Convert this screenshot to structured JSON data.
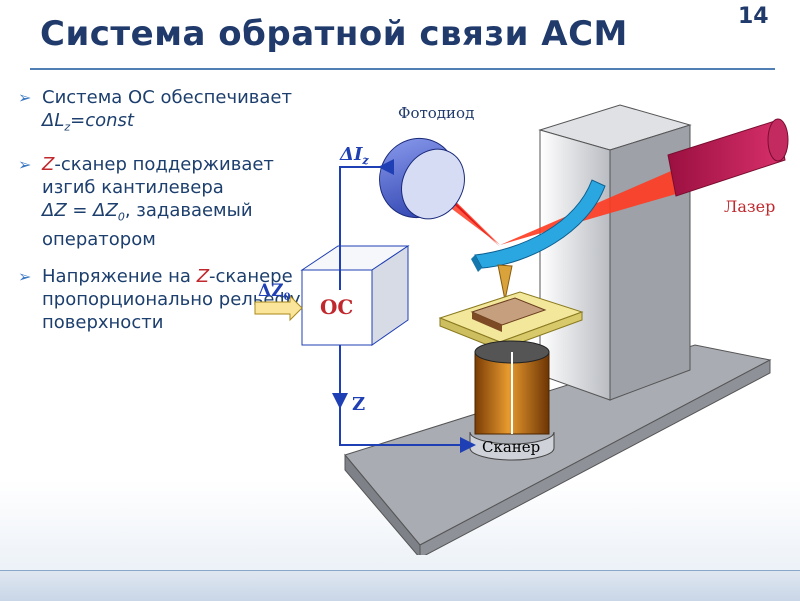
{
  "slide": {
    "title": "Система обратной связи АСМ",
    "number": "14"
  },
  "bullets": {
    "b1": {
      "text": "Система ОС обеспечивает",
      "formula_prefix": "ΔL",
      "formula_sub": "z",
      "formula_suffix": "=const"
    },
    "b2": {
      "z": "Z",
      "text1": "-сканер поддерживает изгиб кантилевера",
      "formula": "ΔZ = ΔZ",
      "formula_sub": "0",
      "text2": ", задаваемый оператором"
    },
    "b3": {
      "text1": "Напряжение на",
      "z": "Z",
      "text2": "-сканере пропорционально рельефу поверхности"
    }
  },
  "diagram": {
    "photodiode": "Фотодиод",
    "laser": "Лазер",
    "scanner": "Сканер",
    "oc": "ОС",
    "delta_l": "ΔI",
    "delta_l_sub": "z",
    "delta_z0": "ΔZ",
    "delta_z0_sub": "0",
    "z": "Z"
  },
  "colors": {
    "title": "#1f3a6b",
    "text": "#1d3f6e",
    "accent_red": "#c0282d",
    "bullet": "#3b78c2",
    "laser": "#e01818",
    "cantilever": "#2aa7e0",
    "photodiode": "#3a55c8",
    "scanner_body": "#b8650e",
    "sample_stage": "#f2e79a"
  }
}
